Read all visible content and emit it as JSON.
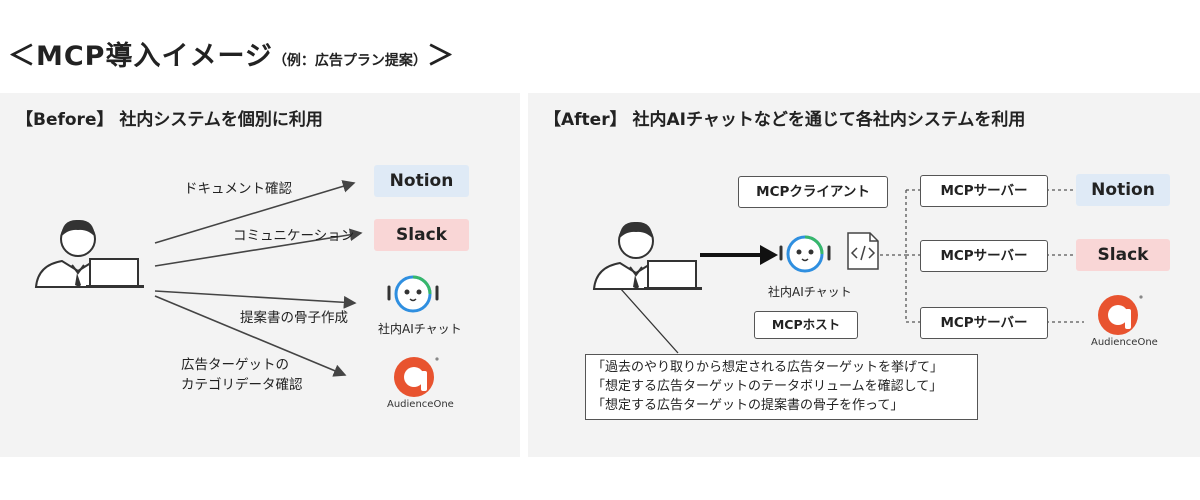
{
  "title": "＜MCP導入イメージ",
  "title_sub": "（例：広告プラン提案）",
  "title_close": "＞",
  "before": {
    "heading_bracket": "【Before】",
    "heading_text": "社内システムを個別に利用",
    "labels": [
      "ドキュメント確認",
      "コミュニケーション",
      "提案書の骨子作成",
      "広告ターゲットの",
      "カテゴリデータ確認"
    ],
    "targets": {
      "notion": "Notion",
      "slack": "Slack",
      "chatbot": "社内AIチャット",
      "audience": "AudienceOne"
    }
  },
  "after": {
    "heading_bracket": "【After】",
    "heading_text": "社内AIチャットなどを通じて各社内システムを利用",
    "client": "MCPクライアント",
    "host": "MCPホスト",
    "chatbot": "社内AIチャット",
    "servers": [
      "MCPサーバー",
      "MCPサーバー",
      "MCPサーバー"
    ],
    "targets": {
      "notion": "Notion",
      "slack": "Slack",
      "audience": "AudienceOne"
    },
    "prompts": [
      "「過去のやり取りから想定される広告ターゲットを挙げて」",
      "「想定する広告ターゲットのテータボリュームを確認して」",
      "「想定する広告ターゲットの提案書の骨子を作って」"
    ]
  },
  "colors": {
    "notion_bg": "#dfeaf6",
    "slack_bg": "#f9d6d6",
    "audience_brand": "#e8532f",
    "chatbot_blue": "#2f8fe0",
    "chatbot_green": "#37b76a"
  }
}
